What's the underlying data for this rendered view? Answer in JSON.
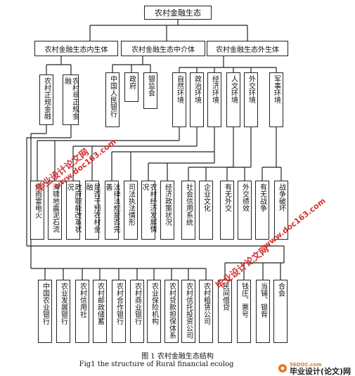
{
  "diagram": {
    "root": "农村金融生态",
    "level1": [
      "农村金融生态内生体",
      "农村金融生态中介体",
      "农村金融生态外生体"
    ],
    "inner": [
      "农村正规金融",
      "农村非正规金融"
    ],
    "mid": [
      "中国人民银行",
      "政府",
      "银监会"
    ],
    "outer": [
      "自然环境",
      "政治环境",
      "经济环境",
      "人文环境",
      "外交环境",
      "军事环境"
    ],
    "factors": [
      "风雨雷电火",
      "海啸地震泥石流",
      "政府职能改革状况",
      "是否干预农村金融",
      "法律法规是否完善",
      "司法执法情形",
      "农村经济发展情况",
      "经济政策状况",
      "社会信用系统",
      "企业文化",
      "有无外交",
      "外交绩效",
      "有无战争",
      "战争破坏"
    ],
    "formal": [
      "中国农业银行",
      "农业发展银行",
      "农村信用社",
      "农村邮政储蓄",
      "农村合作银行",
      "农村商业银行",
      "农业保险机构",
      "农村贷款担保体系",
      "农村信托投资公司",
      "农村租赁公司"
    ],
    "informal": [
      "民间借贷",
      "钱庄、票号",
      "当铺、银背",
      "合会"
    ]
  },
  "caption": {
    "cn": "图 1 农村金融生态结构",
    "en": "Fig1 the structure of Rural financial ecolog"
  },
  "watermarks": [
    "毕业设计论文网",
    "www.doc163.com"
  ],
  "logo": {
    "site": "56DOC.com",
    "text": "毕业设计(论文)网"
  },
  "colors": {
    "line": "#222222",
    "watermark": "#d21f1f"
  }
}
